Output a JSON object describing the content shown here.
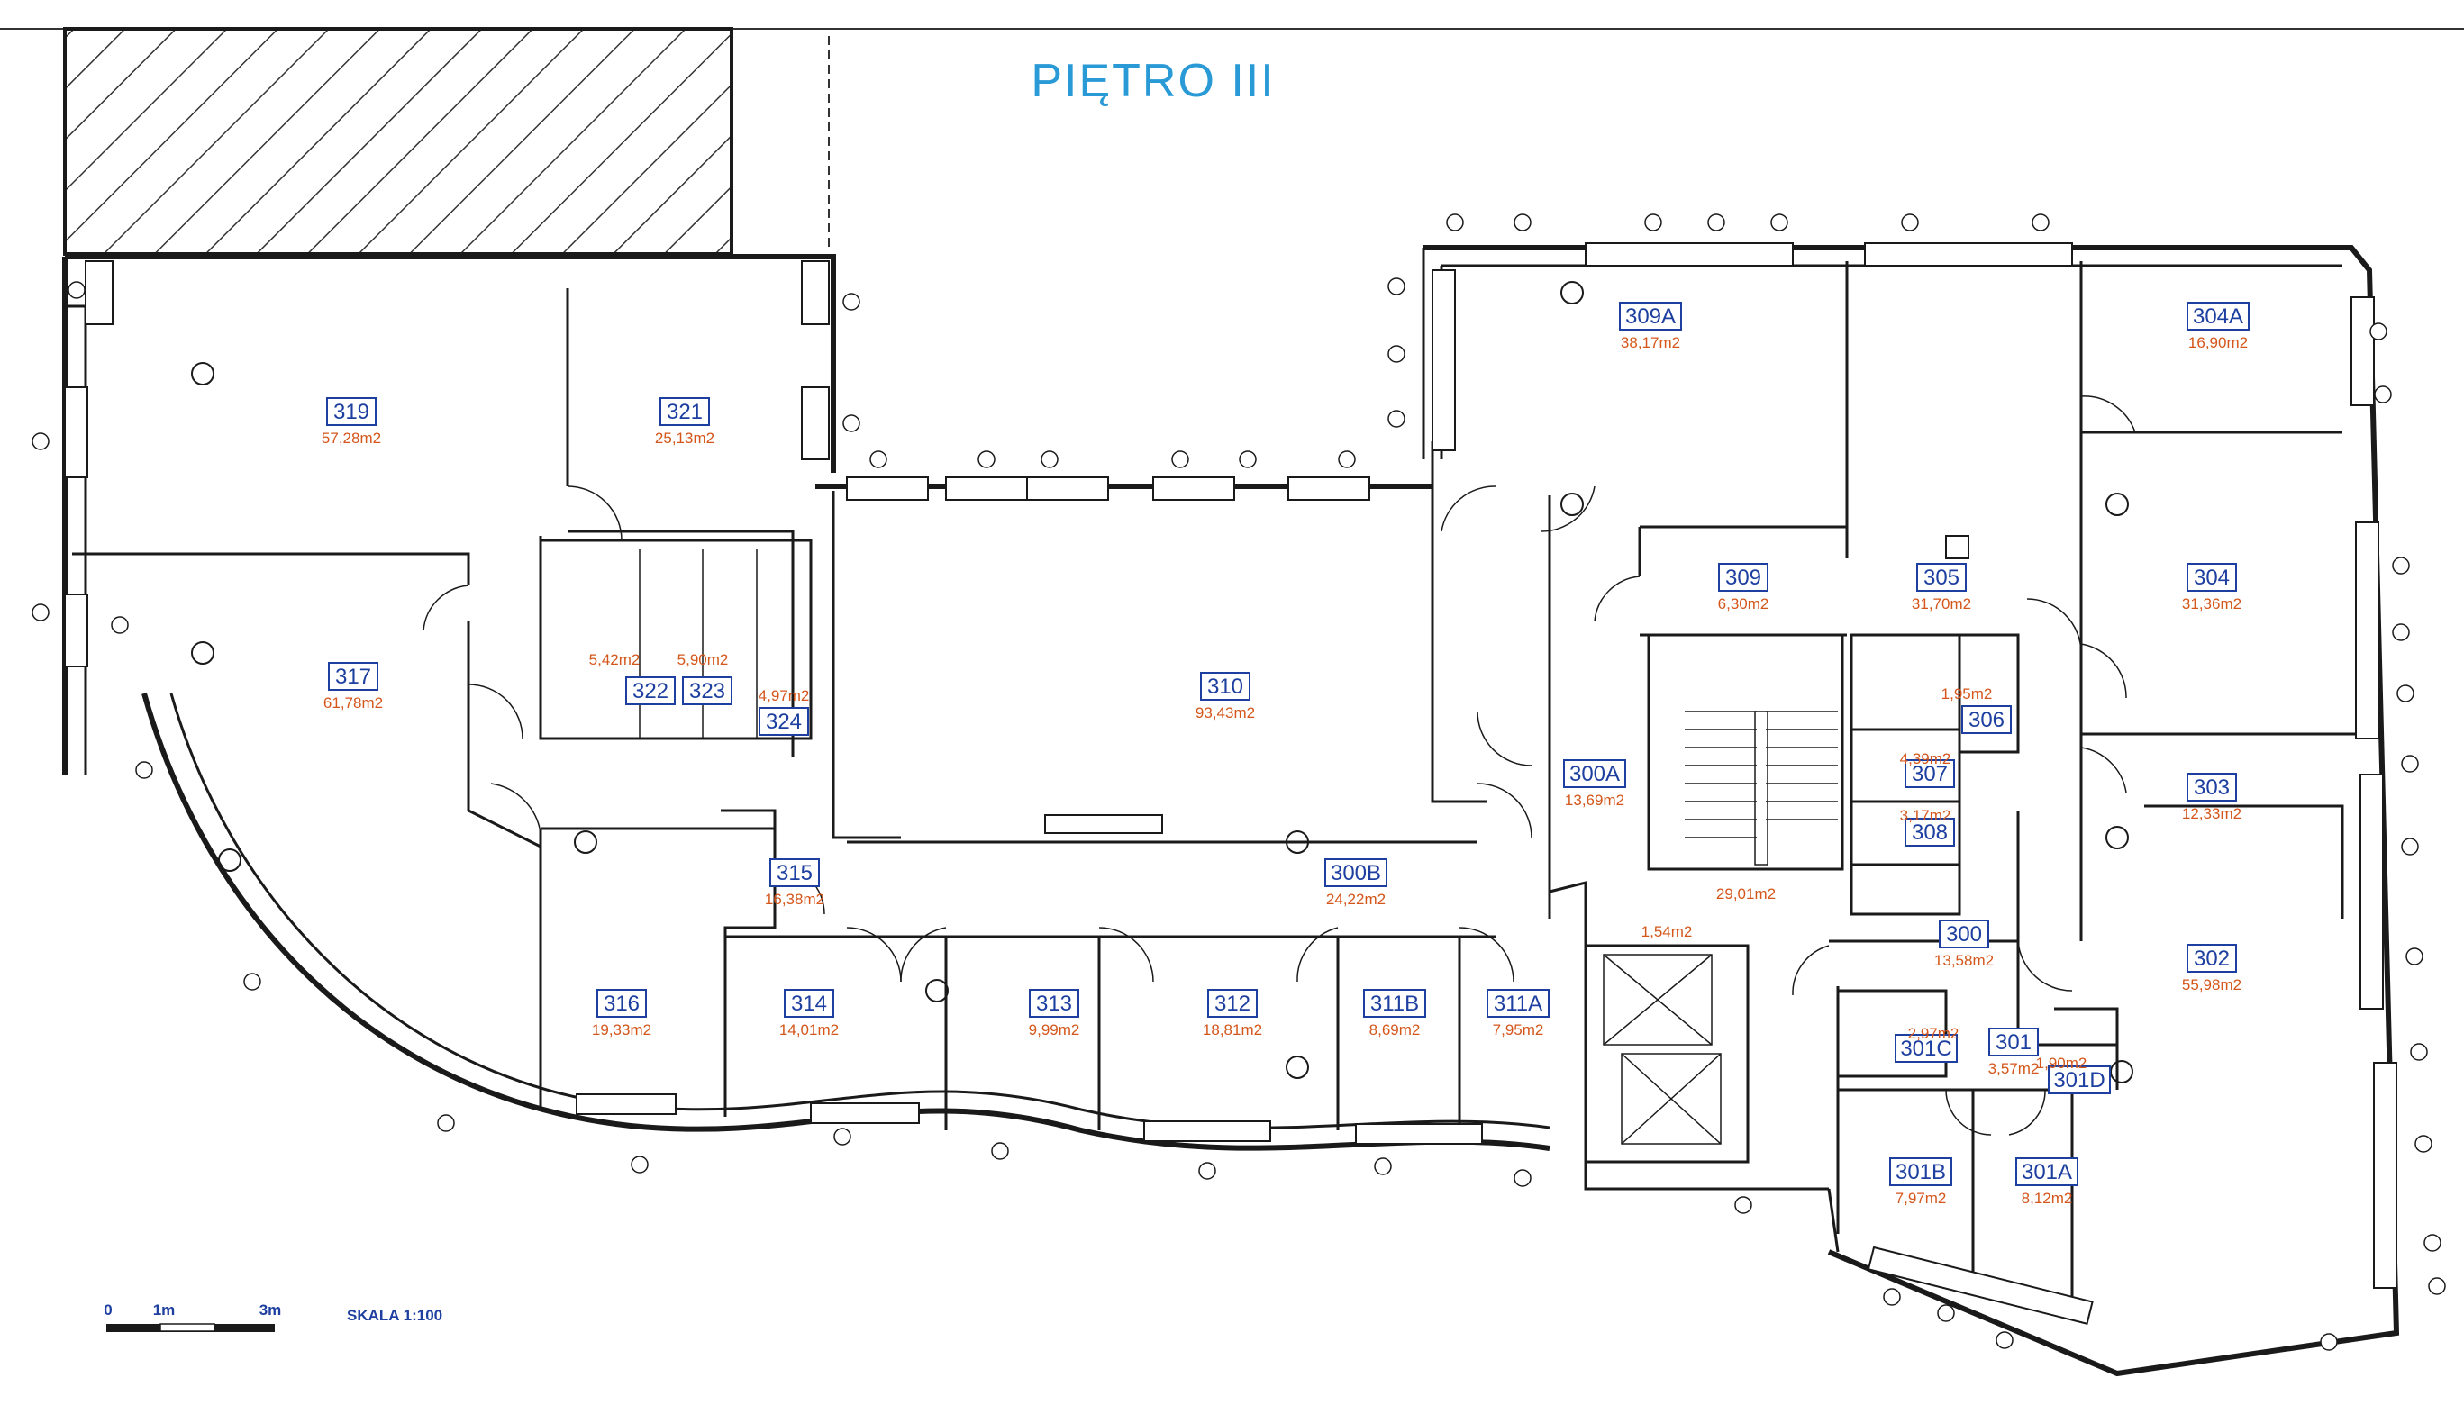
{
  "title": "PIĘTRO III",
  "scale": {
    "label": "SKALA 1:100",
    "ticks": [
      "0",
      "1m",
      "3m"
    ]
  },
  "rooms": [
    {
      "id": "319",
      "number": "319",
      "area": "57,28m2"
    },
    {
      "id": "321",
      "number": "321",
      "area": "25,13m2"
    },
    {
      "id": "317",
      "number": "317",
      "area": "61,78m2"
    },
    {
      "id": "322",
      "number": "322",
      "area": "5,42m2"
    },
    {
      "id": "323",
      "number": "323",
      "area": "5,90m2"
    },
    {
      "id": "324",
      "number": "324",
      "area": "4,97m2"
    },
    {
      "id": "310",
      "number": "310",
      "area": "93,43m2"
    },
    {
      "id": "315",
      "number": "315",
      "area": "16,38m2"
    },
    {
      "id": "316",
      "number": "316",
      "area": "19,33m2"
    },
    {
      "id": "314",
      "number": "314",
      "area": "14,01m2"
    },
    {
      "id": "313",
      "number": "313",
      "area": "9,99m2"
    },
    {
      "id": "312",
      "number": "312",
      "area": "18,81m2"
    },
    {
      "id": "311B",
      "number": "311B",
      "area": "8,69m2"
    },
    {
      "id": "311A",
      "number": "311A",
      "area": "7,95m2"
    },
    {
      "id": "300B",
      "number": "300B",
      "area": "24,22m2"
    },
    {
      "id": "300A",
      "number": "300A",
      "area": "13,69m2"
    },
    {
      "id": "309A",
      "number": "309A",
      "area": "38,17m2"
    },
    {
      "id": "309",
      "number": "309",
      "area": "6,30m2"
    },
    {
      "id": "305",
      "number": "305",
      "area": "31,70m2"
    },
    {
      "id": "304A",
      "number": "304A",
      "area": "16,90m2"
    },
    {
      "id": "304",
      "number": "304",
      "area": "31,36m2"
    },
    {
      "id": "306",
      "number": "306",
      "area": "1,95m2"
    },
    {
      "id": "307",
      "number": "307",
      "area": "4,39m2"
    },
    {
      "id": "308",
      "number": "308",
      "area": "3,17m2"
    },
    {
      "id": "303",
      "number": "303",
      "area": "12,33m2"
    },
    {
      "id": "300",
      "number": "300",
      "area": "13,58m2"
    },
    {
      "id": "302",
      "number": "302",
      "area": "55,98m2"
    },
    {
      "id": "301",
      "number": "301",
      "area": "3,57m2"
    },
    {
      "id": "301C",
      "number": "301C",
      "area": "2,97m2"
    },
    {
      "id": "301D",
      "number": "301D",
      "area": "1,90m2"
    },
    {
      "id": "301B",
      "number": "301B",
      "area": "7,97m2"
    },
    {
      "id": "301A",
      "number": "301A",
      "area": "8,12m2"
    }
  ],
  "unlabeled_areas": [
    "29,01m2",
    "1,54m2"
  ],
  "colors": {
    "title": "#2a9ad6",
    "room_number": "#1d3fa0",
    "area": "#d4561b",
    "wall": "#1a1a1a"
  }
}
